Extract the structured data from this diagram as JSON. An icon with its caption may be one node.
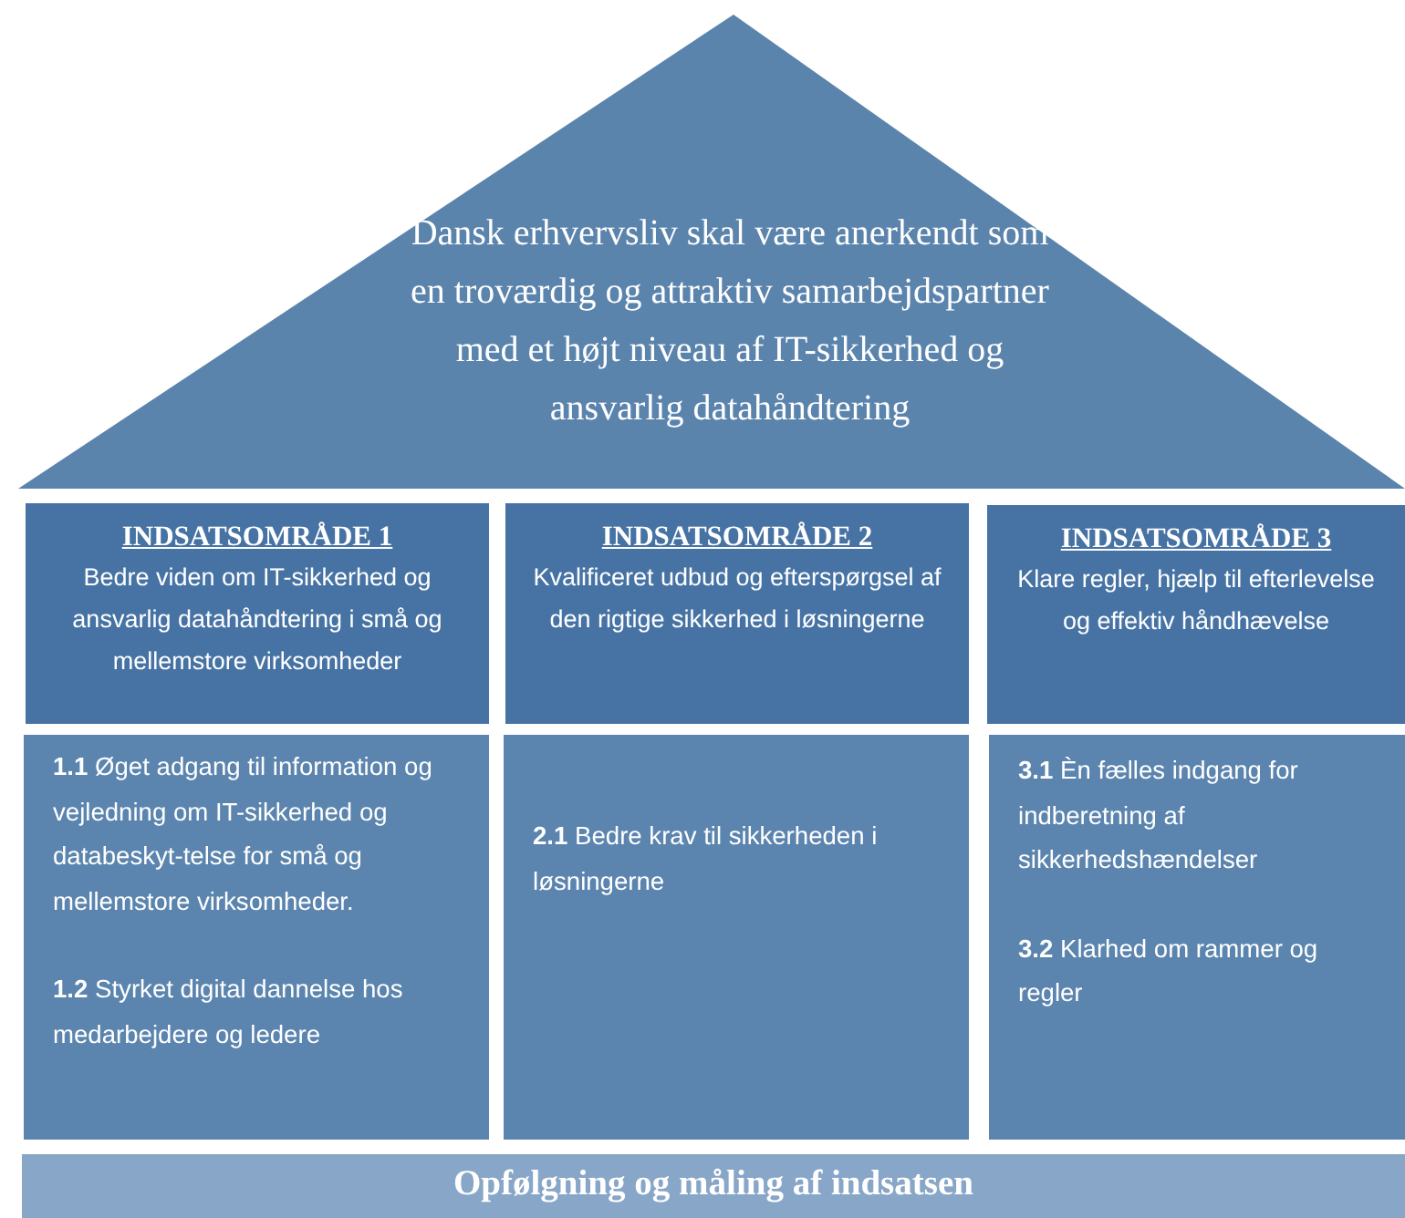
{
  "diagram": {
    "nodes": [
      {
        "text": [
          "Dansk erhvervsliv skal være anerkendt som en troværdig og attraktiv samarbejdspartner med et højt niveau af IT-sikkerhed og ansvarlig datahåndtering"
        ]
      },
      {
        "text": [
          "INDSATSOMRÅDE 1",
          "Bedre viden om IT-sikkerhed og ansvarlig datahåndtering i små og mellemstore virksomheder"
        ]
      },
      {
        "text": [
          "INDSATSOMRÅDE 2",
          "Kvalificeret udbud og efterspørgsel af den rigtige sikkerhed i løsningerne"
        ]
      },
      {
        "text": [
          "INDSATSOMRÅDE 3",
          "Klare regler, hjælp til efterlevelse og effektiv håndhævelse"
        ]
      },
      {
        "text": [
          "**1.1** Øget adgang til information og vejledning om IT-sikkerhed og databeskyt-telse for små og mellemstore virksomheder.",
          "**1.2** Styrket digital dannelse hos medarbejdere og ledere"
        ]
      },
      {
        "text": [
          "**2.1** Bedre krav til sikkerheden i løsningerne"
        ]
      },
      {
        "text": [
          "**3.1** Èn fælles indgang for indberetning af sikkerhedshændelser",
          "**3.2** Klarhed om rammer og regler"
        ]
      },
      {
        "text": [
          "Opfølgning og måling af indsatsen"
        ]
      }
    ]
  }
}
